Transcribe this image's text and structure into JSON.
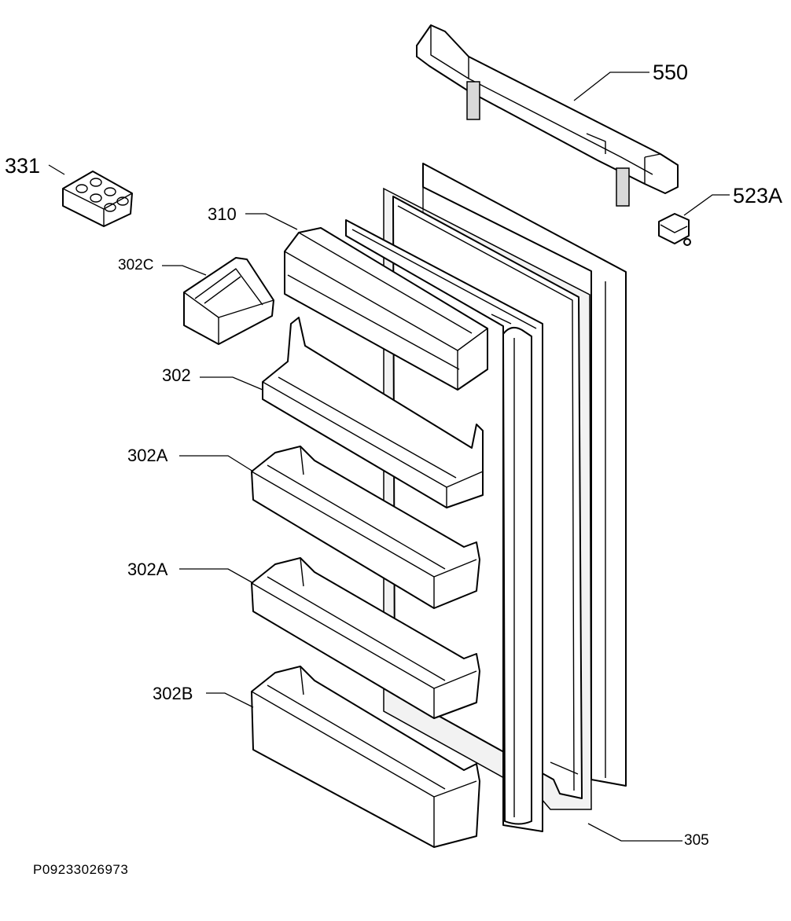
{
  "diagram": {
    "parts": [
      {
        "id": "p550",
        "label": "550"
      },
      {
        "id": "p523a",
        "label": "523A"
      },
      {
        "id": "p331",
        "label": "331"
      },
      {
        "id": "p310",
        "label": "310"
      },
      {
        "id": "p302c",
        "label": "302C"
      },
      {
        "id": "p302",
        "label": "302"
      },
      {
        "id": "p302a1",
        "label": "302A"
      },
      {
        "id": "p302a2",
        "label": "302A"
      },
      {
        "id": "p302b",
        "label": "302B"
      },
      {
        "id": "p305",
        "label": "305"
      }
    ],
    "drawing_code": "P09233026973"
  }
}
